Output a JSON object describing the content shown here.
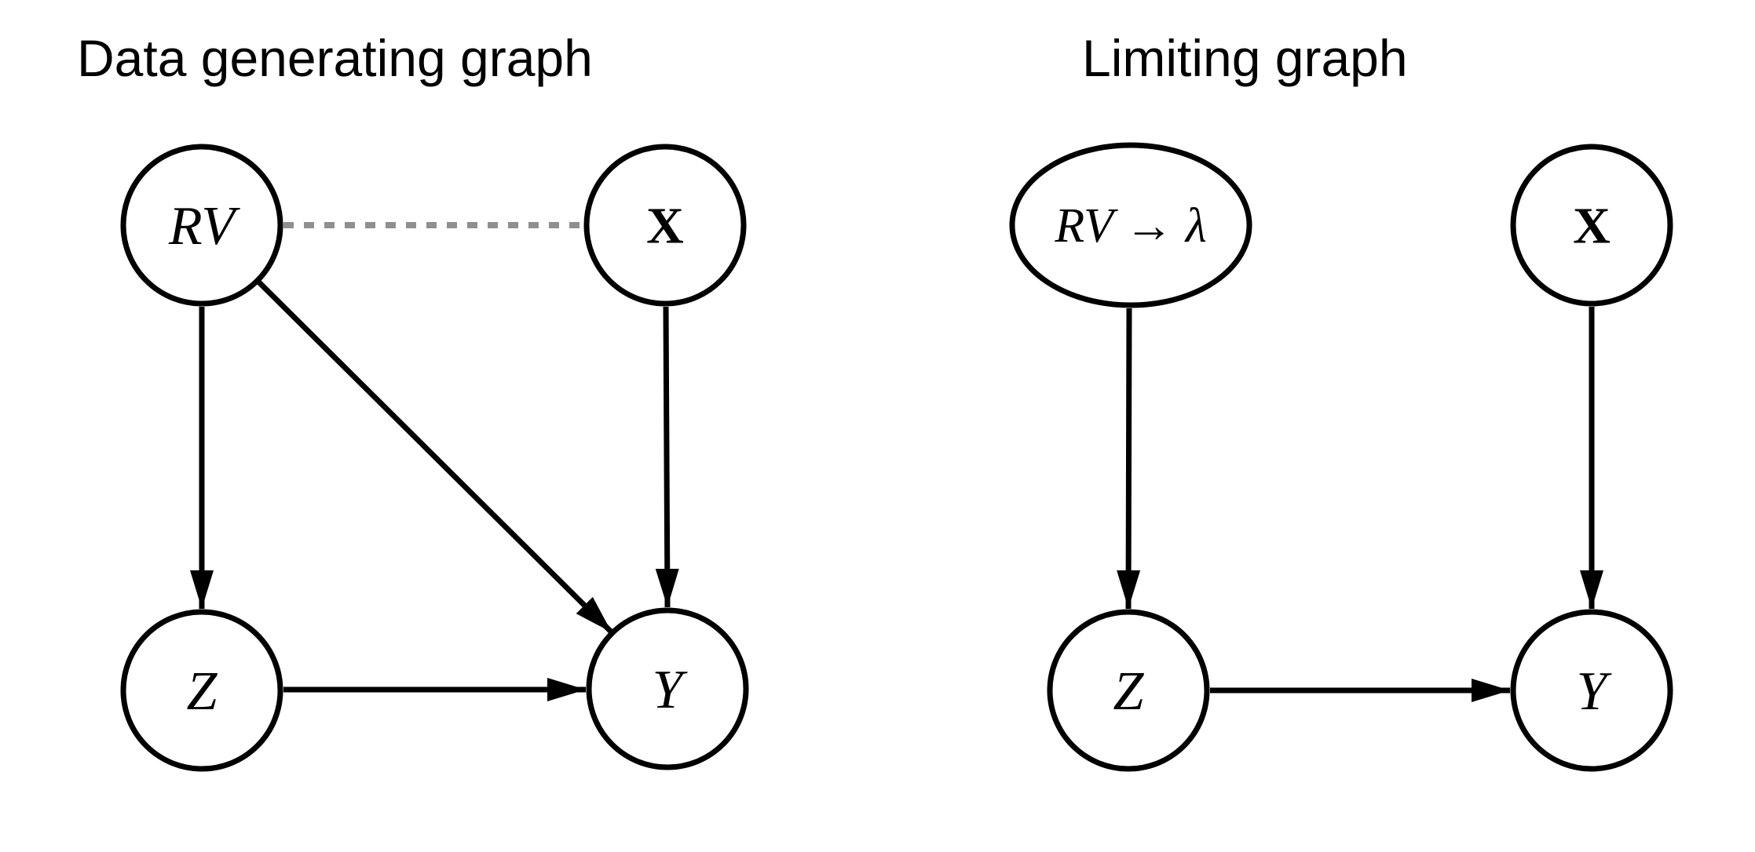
{
  "figure": {
    "background": "#ffffff",
    "description": "Two causal directed graphs side by side"
  },
  "colors": {
    "node_stroke": "#000000",
    "node_fill": "#ffffff",
    "edge": "#000000",
    "dashed_edge": "#8f8f8f",
    "text": "#000000"
  },
  "left_graph": {
    "title": "Data generating graph",
    "nodes": {
      "rv": {
        "label": "RV",
        "shape": "circle"
      },
      "x": {
        "label": "X",
        "shape": "circle"
      },
      "z": {
        "label": "Z",
        "shape": "circle"
      },
      "y": {
        "label": "Y",
        "shape": "circle"
      }
    },
    "edges": [
      {
        "from": "RV",
        "to": "X",
        "type": "undirected-dashed"
      },
      {
        "from": "RV",
        "to": "Z",
        "type": "directed"
      },
      {
        "from": "RV",
        "to": "Y",
        "type": "directed"
      },
      {
        "from": "X",
        "to": "Y",
        "type": "directed"
      },
      {
        "from": "Z",
        "to": "Y",
        "type": "directed"
      }
    ]
  },
  "right_graph": {
    "title": "Limiting graph",
    "nodes": {
      "rv_lambda": {
        "label": "RV → λ",
        "shape": "ellipse"
      },
      "x": {
        "label": "X",
        "shape": "circle"
      },
      "z": {
        "label": "Z",
        "shape": "circle"
      },
      "y": {
        "label": "Y",
        "shape": "circle"
      }
    },
    "edges": [
      {
        "from": "RV → λ",
        "to": "Z",
        "type": "directed"
      },
      {
        "from": "X",
        "to": "Y",
        "type": "directed"
      },
      {
        "from": "Z",
        "to": "Y",
        "type": "directed"
      }
    ]
  }
}
